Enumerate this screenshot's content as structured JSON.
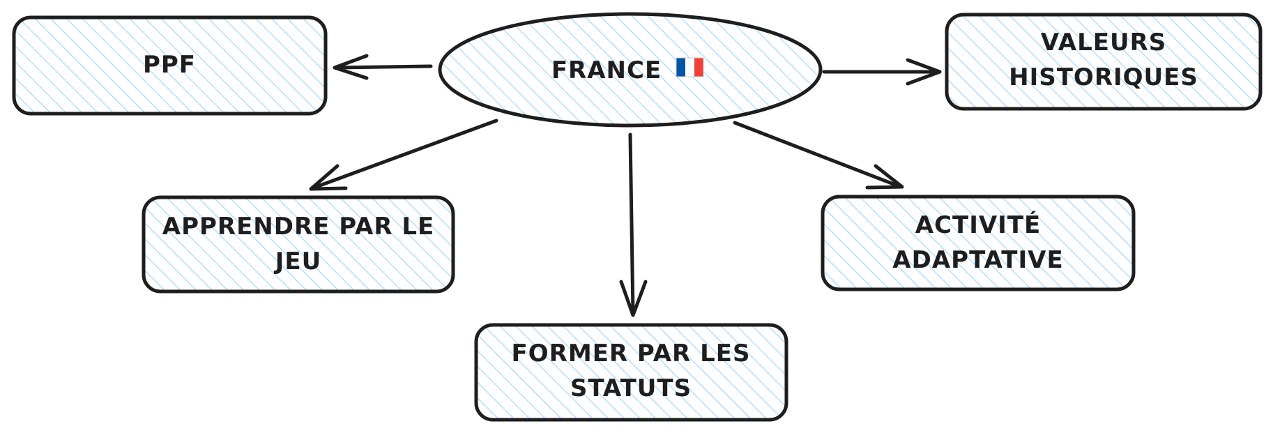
{
  "diagram": {
    "center": {
      "label": "FRANCE",
      "flag": {
        "name": "france-flag-icon",
        "colors": [
          "#0055a4",
          "#ffffff",
          "#ef4135"
        ]
      }
    },
    "nodes": [
      {
        "id": "ppf",
        "lines": [
          "PPF"
        ]
      },
      {
        "id": "valeurs",
        "lines": [
          "VALEURS",
          "HISTORIQUES"
        ]
      },
      {
        "id": "apprendre",
        "lines": [
          "APPRENDRE PAR LE",
          "JEU"
        ]
      },
      {
        "id": "activite",
        "lines": [
          "ACTIVITÉ",
          "ADAPTATIVE"
        ]
      },
      {
        "id": "former",
        "lines": [
          "FORMER PAR LES",
          "STATUTS"
        ]
      }
    ]
  },
  "style": {
    "fill_color": "#a5d8ff",
    "stroke_color": "#1e1e1e",
    "background": "#ffffff"
  }
}
